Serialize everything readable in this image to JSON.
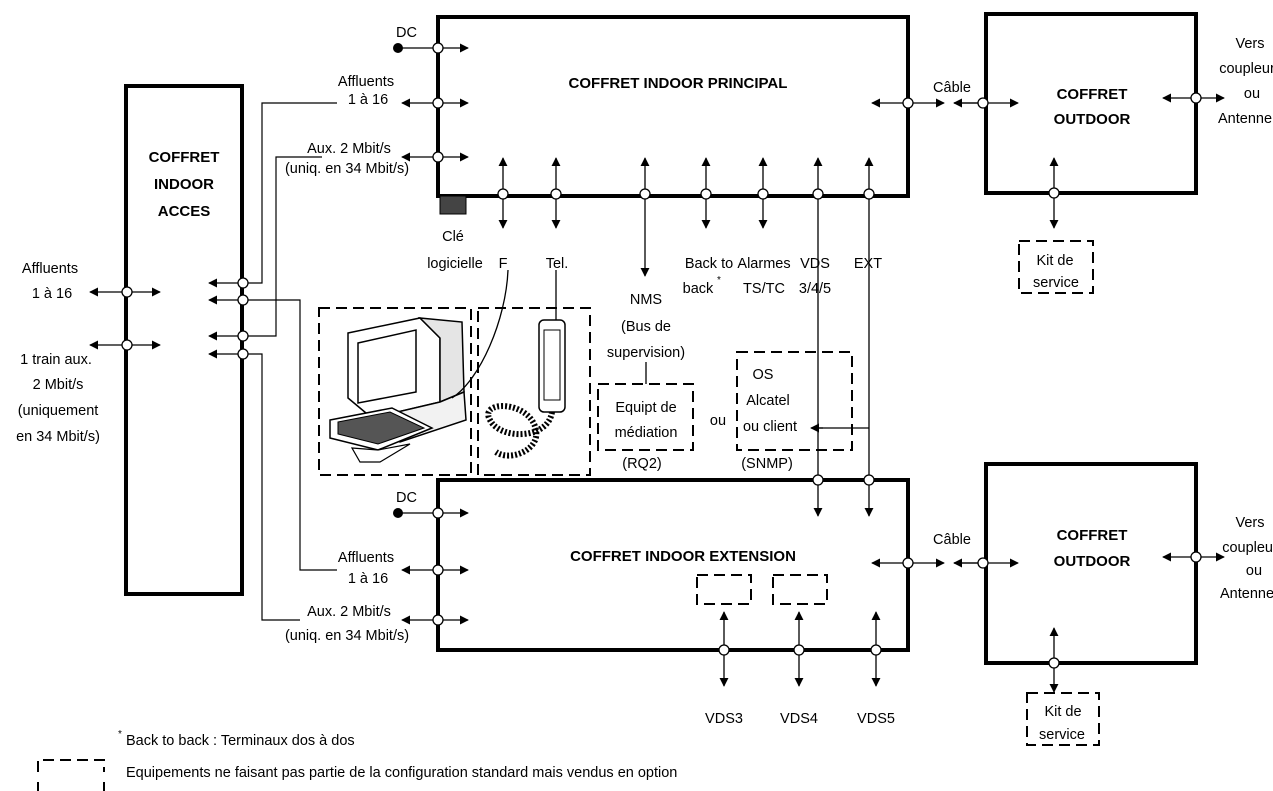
{
  "main_indoor": {
    "title": "COFFRET INDOOR PRINCIPAL"
  },
  "ext_indoor": {
    "title": "COFFRET INDOOR EXTENSION"
  },
  "acces": {
    "line1": "COFFRET",
    "line2": "INDOOR",
    "line3": "ACCES"
  },
  "outdoor_top": {
    "line1": "COFFRET",
    "line2": "OUTDOOR"
  },
  "outdoor_bottom": {
    "line1": "COFFRET",
    "line2": "OUTDOOR"
  },
  "labels": {
    "dc": "DC",
    "affluents": "Affluents",
    "un_a_16": "1 à 16",
    "aux_2mbit": "Aux. 2 Mbit/s",
    "uniq_34": "(uniq. en 34 Mbit/s)",
    "cable": "Câble",
    "vers": "Vers",
    "coupleur": "coupleur",
    "ou": "ou",
    "antenne": "Antenne",
    "cle": "Clé",
    "logicielle": "logicielle",
    "f": "F",
    "tel": "Tel.",
    "nms": "NMS",
    "bus_de": "(Bus de",
    "supervision": "supervision)",
    "back_to": "Back to",
    "back": "back",
    "star": "*",
    "alarmes": "Alarmes",
    "ts_tc": "TS/TC",
    "vds": "VDS",
    "vds_345": "3/4/5",
    "ext": "EXT",
    "kit_de": "Kit de",
    "service": "service",
    "equipt_de": "Equipt de",
    "mediation": "médiation",
    "rq2": "(RQ2)",
    "ou_mid": "ou",
    "os": "OS",
    "alcatel": "Alcatel",
    "ou_client": "ou client",
    "snmp": "(SNMP)",
    "train_aux": "1 train aux.",
    "two_mbit": "2 Mbit/s",
    "uniquement": "(uniquement",
    "en_34": "en 34 Mbit/s)",
    "vds3": "VDS3",
    "vds4": "VDS4",
    "vds5": "VDS5"
  },
  "legend": {
    "footnote_star": "*",
    "footnote": "Back to back : Terminaux dos à dos",
    "dashed_meaning": "Equipements ne faisant pas partie de la configuration standard mais vendus en option"
  }
}
